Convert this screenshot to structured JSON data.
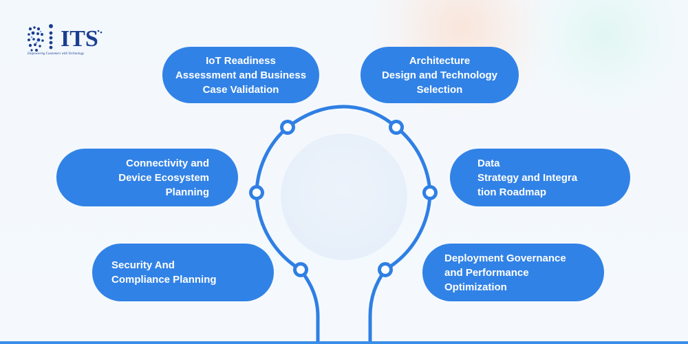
{
  "logo": {
    "mark": "D",
    "name": "ITS",
    "tagline": "Empowering Customers with Technology"
  },
  "nodes": [
    {
      "id": "iot-readiness",
      "label": "IoT Readiness\nAssessment and Business\nCase Validation"
    },
    {
      "id": "architecture",
      "label": "Architecture\nDesign and Technology\nSelection"
    },
    {
      "id": "connectivity",
      "label": "Connectivity and\nDevice Ecosystem\nPlanning"
    },
    {
      "id": "data-strategy",
      "label": "Data\nStrategy and Integra\ntion Roadmap"
    },
    {
      "id": "security",
      "label": "Security And\nCompliance Planning"
    },
    {
      "id": "deployment",
      "label": "Deployment Governance\nand Performance\nOptimization"
    }
  ],
  "colors": {
    "pill": "#3182e6",
    "wire": "#2f7fe4",
    "logo": "#1b3f8f"
  }
}
